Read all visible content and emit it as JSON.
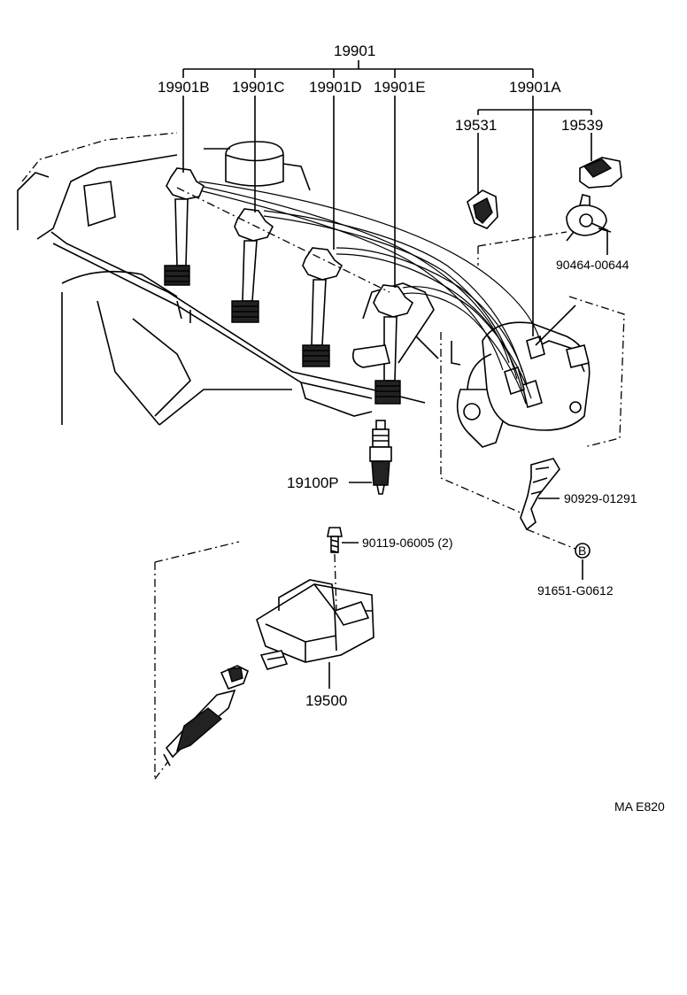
{
  "labels": {
    "main_set": "19901",
    "cord_b": "19901B",
    "cord_c": "19901C",
    "cord_d": "19901D",
    "cord_e": "19901E",
    "cord_a": "19901A",
    "clamp_1": "19531",
    "clamp_2": "19539",
    "clamp_bracket": "90464-00644",
    "spark_plug": "19100P",
    "clamp_3": "90929-01291",
    "bolt": "90119-06005 (2)",
    "ref_b": "B",
    "bolt_b": "91651-G0612",
    "ignition_coil": "19500",
    "figure_code": "MA E820"
  }
}
